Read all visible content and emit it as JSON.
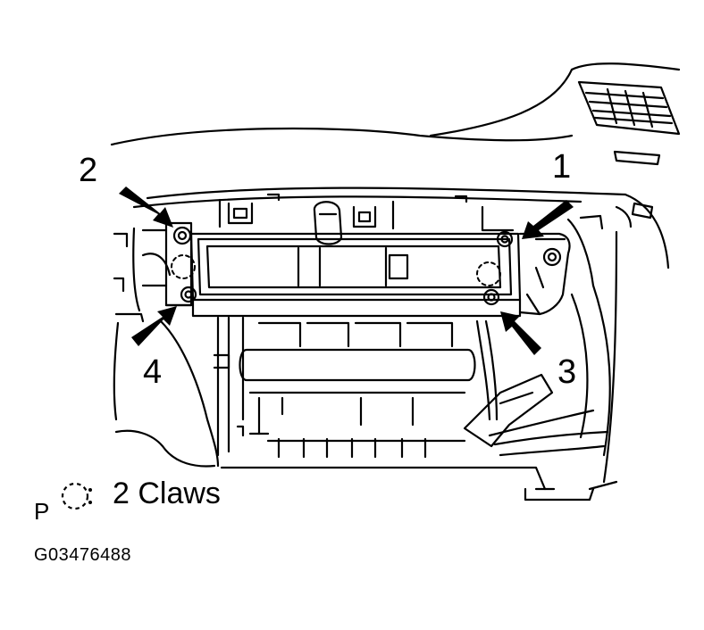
{
  "callouts": {
    "one": "1",
    "two": "2",
    "three": "3",
    "four": "4"
  },
  "legend": {
    "letter": "P",
    "symbol": "dashed-circle-claw-icon",
    "text": "2 Claws"
  },
  "figure_code": "G03476488",
  "colors": {
    "line": "#000000",
    "background": "#ffffff"
  }
}
